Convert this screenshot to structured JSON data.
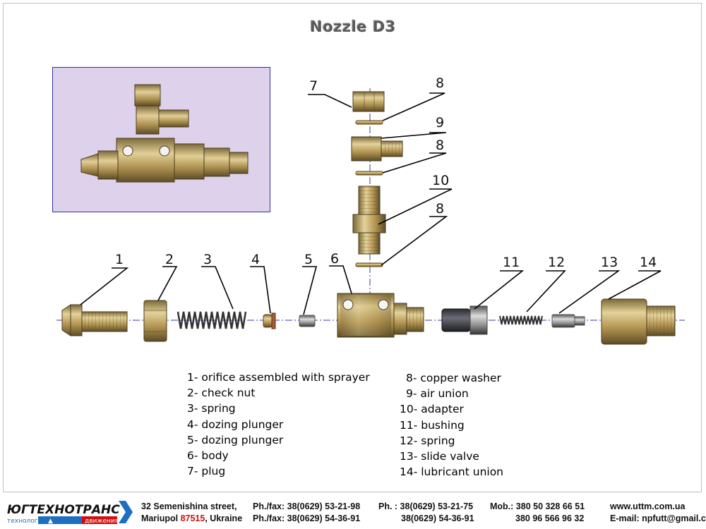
{
  "title": "Nozzle D3",
  "callouts": [
    "1",
    "2",
    "3",
    "4",
    "5",
    "6",
    "7",
    "8",
    "8",
    "8",
    "9",
    "10",
    "11",
    "12",
    "13",
    "14"
  ],
  "legend_left": [
    "1- orifice assembled with sprayer",
    "2- check nut",
    "3- spring",
    "4- dozing plunger",
    "5- dozing plunger",
    "6- body",
    "7- plug"
  ],
  "legend_right": [
    "8- copper washer",
    "9- air union",
    "10- adapter",
    "11- bushing",
    "12- spring",
    "13- slide valve",
    "14- lubricant union"
  ],
  "footer": {
    "logo_main": "ЮГТЕХНОТРАНС",
    "logo_sub_left": "технология",
    "logo_sub_right": "движения",
    "address_line1": "32 Semenishina street,",
    "address_city": "Mariupol",
    "address_zip": "87515",
    "address_country": ", Ukraine",
    "phfax1": "Ph./fax: 38(0629) 53-21-98",
    "phfax2": "Ph./fax: 38(0629) 54-36-91",
    "ph1": "Ph. : 38(0629) 53-21-75",
    "ph2": "38(0629) 54-36-91",
    "mob1": "Mob.: 380 50 328 66 51",
    "mob2": "380 96 566 96 32",
    "web": "www.uttm.com.ua",
    "email": "E-mail: npfutt@gmail.com"
  },
  "colors": {
    "brass": "#b89a55",
    "logo_blue": "#1f6fc0",
    "logo_red": "#d01010",
    "photo_bg": "#ddd1ec",
    "photo_border": "#3030a0"
  }
}
